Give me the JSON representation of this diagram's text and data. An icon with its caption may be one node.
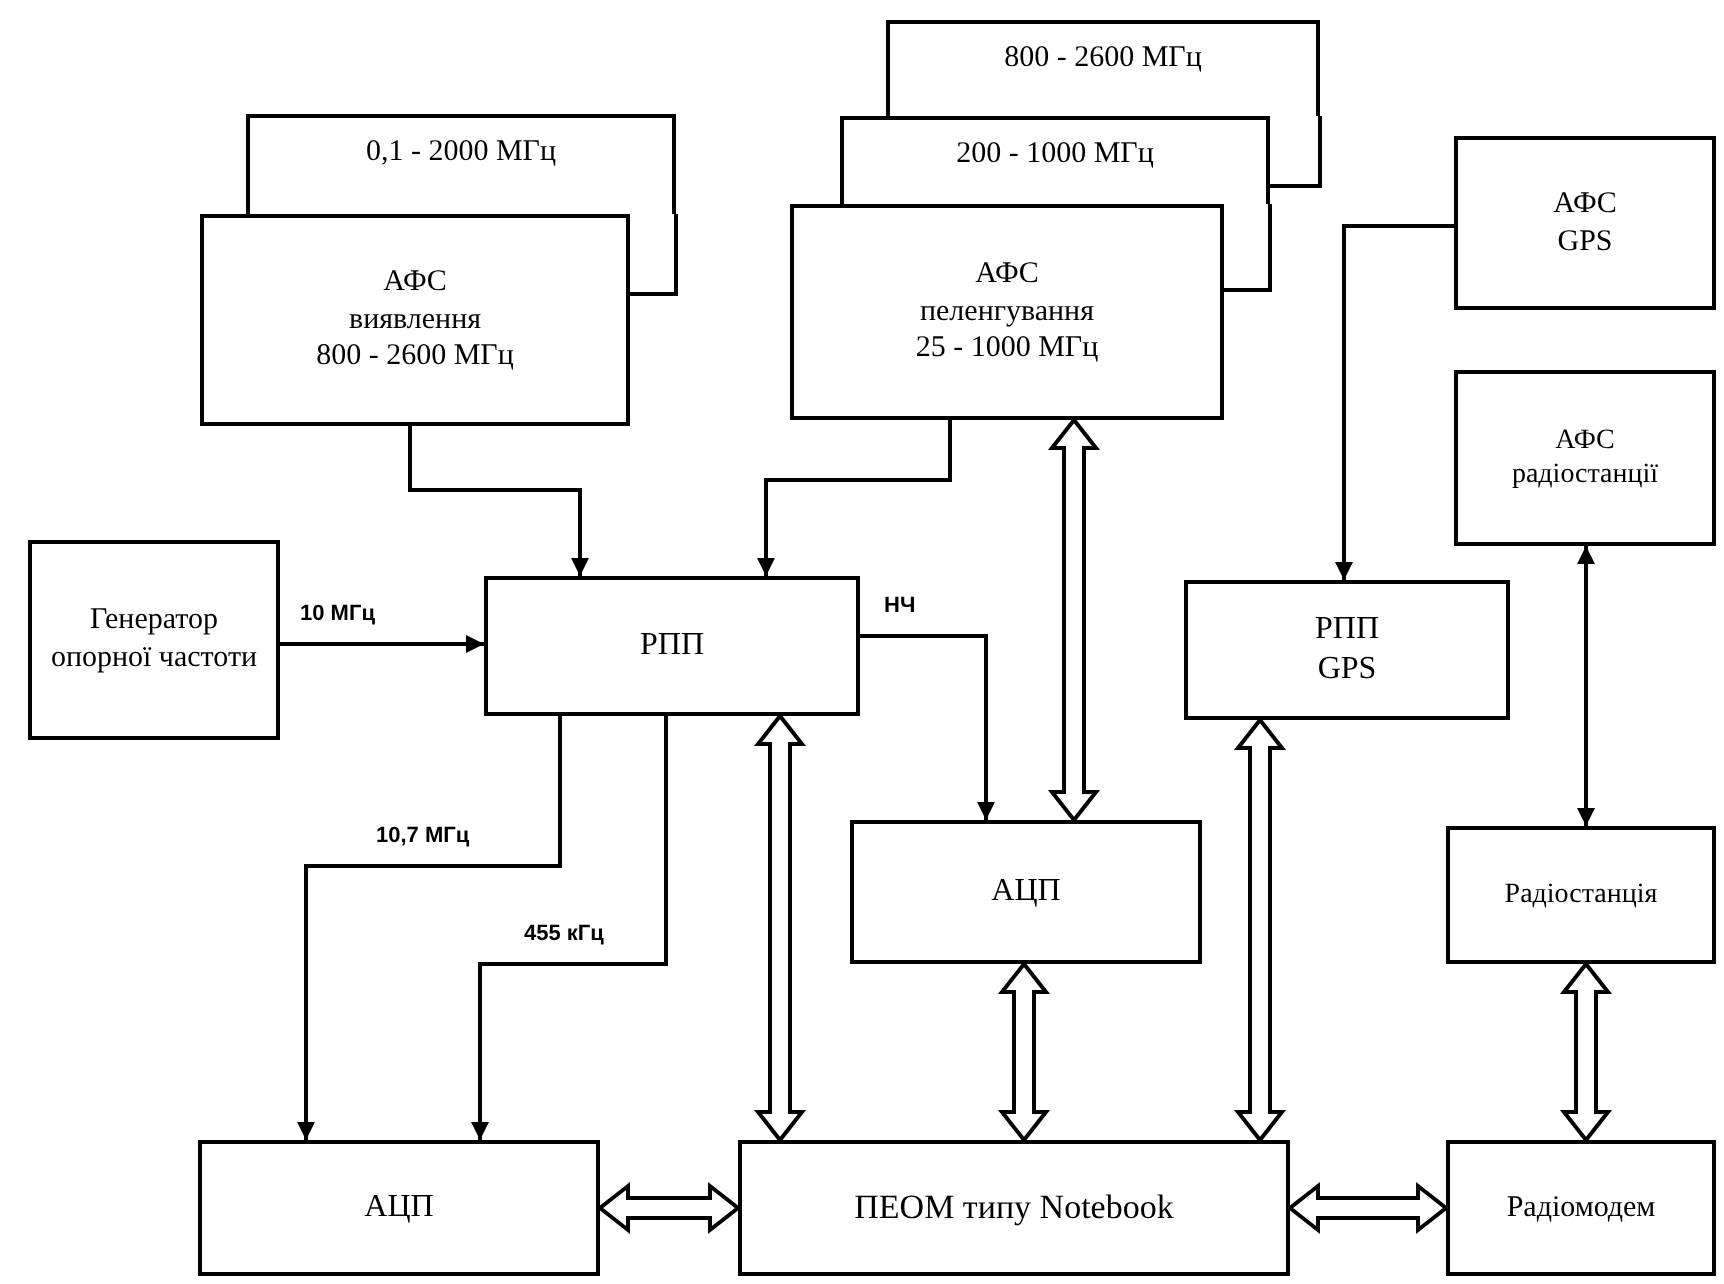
{
  "diagram": {
    "nodes": [
      {
        "text": [
          "0,1 - 2000 МГц"
        ]
      },
      {
        "text": [
          "АФС",
          "виявлення",
          "800 - 2600 МГц"
        ]
      },
      {
        "text": [
          "800 - 2600 МГц"
        ]
      },
      {
        "text": [
          "200 - 1000 МГц"
        ]
      },
      {
        "text": [
          "АФС",
          "пеленгування",
          "25 - 1000 МГц"
        ]
      },
      {
        "text": [
          "АФС",
          "GPS"
        ]
      },
      {
        "text": [
          "АФС",
          "радіостанції"
        ]
      },
      {
        "text": [
          "Генератор опорної частоти"
        ]
      },
      {
        "text": [
          "РПП"
        ]
      },
      {
        "text": [
          "РПП",
          "GPS"
        ]
      },
      {
        "text": [
          "АЦП"
        ]
      },
      {
        "text": [
          "Радіостанція"
        ]
      },
      {
        "text": [
          "АЦП"
        ]
      },
      {
        "text": [
          "ПЕОМ типу Notebook"
        ]
      },
      {
        "text": [
          "Радіомодем"
        ]
      }
    ],
    "edges": [
      {
        "from": 1,
        "to": 8,
        "arrow": "to"
      },
      {
        "from": 4,
        "to": 8,
        "arrow": "to"
      },
      {
        "from": 7,
        "to": 8,
        "arrow": "to",
        "label": "10 МГц"
      },
      {
        "from": 8,
        "to": 10,
        "arrow": "to",
        "label": "НЧ"
      },
      {
        "from": 8,
        "to": 12,
        "arrow": "to",
        "label": "10,7 МГц"
      },
      {
        "from": 8,
        "to": 12,
        "arrow": "to",
        "label": "455 кГц"
      },
      {
        "from": 4,
        "to": 10,
        "arrow": "both",
        "style": "thick"
      },
      {
        "from": 8,
        "to": 13,
        "arrow": "both",
        "style": "thick"
      },
      {
        "from": 10,
        "to": 13,
        "arrow": "both",
        "style": "thick"
      },
      {
        "from": 9,
        "to": 13,
        "arrow": "both",
        "style": "thick"
      },
      {
        "from": 5,
        "to": 9,
        "arrow": "to"
      },
      {
        "from": 6,
        "to": 11,
        "arrow": "both"
      },
      {
        "from": 11,
        "to": 14,
        "arrow": "both",
        "style": "thick"
      },
      {
        "from": 12,
        "to": 13,
        "arrow": "both",
        "style": "thick"
      },
      {
        "from": 13,
        "to": 14,
        "arrow": "both",
        "style": "thick"
      }
    ]
  }
}
